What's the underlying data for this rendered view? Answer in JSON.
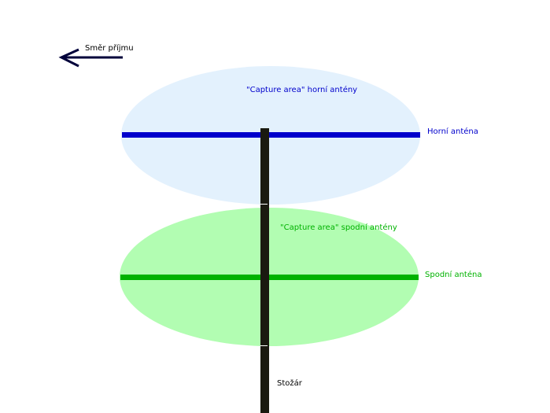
{
  "direction": {
    "label": "Směr příjmu"
  },
  "upper": {
    "capture_label": "\"Capture area\" horní antény",
    "antenna_label": "Horní anténa"
  },
  "lower": {
    "capture_label": "\"Capture area\" spodní antény",
    "antenna_label": "Spodní anténa"
  },
  "mast": {
    "label": "Stožár"
  },
  "colors": {
    "upper_area": "#e3f1fd",
    "upper_antenna": "#0000cc",
    "upper_text": "#0000cc",
    "lower_area": "#b2fdb2",
    "lower_antenna": "#00b200",
    "lower_text": "#00b200",
    "mast": "#1a1a10",
    "arrow": "#00003a",
    "text": "#000000"
  }
}
